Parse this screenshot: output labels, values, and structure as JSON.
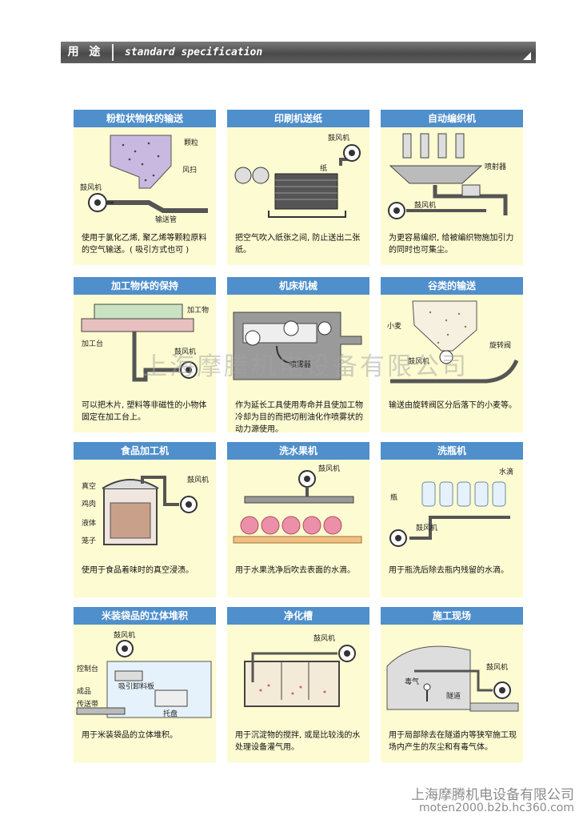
{
  "header": {
    "cn": "用 途",
    "en": "standard specification"
  },
  "cards": [
    {
      "title": "粉粒状物体的输送",
      "desc": "使用于氯化乙烯, 聚乙烯等颗粒原料的空气输送。( 吸引方式也可 )",
      "labels": [
        "颗粒",
        "风扫",
        "鼓风机",
        "输送管"
      ]
    },
    {
      "title": "印刷机送纸",
      "desc": "把空气吹入纸张之间, 防止送出二张纸。",
      "labels": [
        "鼓风机",
        "纸"
      ]
    },
    {
      "title": "自动编织机",
      "desc": "为更容易编织, 给被编织物施加引力的同时也可集尘。",
      "labels": [
        "喷射器",
        "鼓风机"
      ]
    },
    {
      "title": "加工物体的保持",
      "desc": "可以把木片, 塑料等非磁性的小物体固定在加工台上。",
      "labels": [
        "加工物",
        "加工台",
        "鼓风机"
      ]
    },
    {
      "title": "机床机械",
      "desc": "作为延长工具使用寿命并且使加工物冷却为目的而把切削油化作喷雾状的动力源使用。",
      "labels": [
        "喷雾器"
      ]
    },
    {
      "title": "谷类的输送",
      "desc": "输送由旋转阀区分后落下的小麦等。",
      "labels": [
        "小麦",
        "旋转阀",
        "鼓风机"
      ]
    },
    {
      "title": "食品加工机",
      "desc": "使用于食品着味时的真空浸渍。",
      "labels": [
        "真空",
        "鸡肉",
        "液体",
        "笼子",
        "鼓风机"
      ]
    },
    {
      "title": "洗水果机",
      "desc": "用于水果洗净后吹去表面的水滴。",
      "labels": [
        "鼓风机"
      ]
    },
    {
      "title": "洗瓶机",
      "desc": "用于瓶洗后除去瓶内残留的水滴。",
      "labels": [
        "水滴",
        "瓶",
        "鼓风机"
      ]
    },
    {
      "title": "米装袋品的立体堆积",
      "desc": "用于米装袋品的立体堆积。",
      "labels": [
        "鼓风机",
        "控制台",
        "成品",
        "传送带",
        "吸引卸料板",
        "托盘"
      ]
    },
    {
      "title": "净化槽",
      "desc": "用于沉淀物的搅拌, 或是比较浅的水处理设备灌气用。",
      "labels": [
        "鼓风机"
      ]
    },
    {
      "title": "施工现场",
      "desc": "用于局部除去在隧道内等狭窄施工现场内产生的灰尘和有毒气体。",
      "labels": [
        "鼓风机",
        "毒气",
        "隧道"
      ]
    }
  ],
  "watermark": "上海摩腾机电设备有限公司",
  "footer": {
    "company": "上海摩腾机电设备有限公司",
    "url": "moten2000.b2b.hc360.com"
  }
}
